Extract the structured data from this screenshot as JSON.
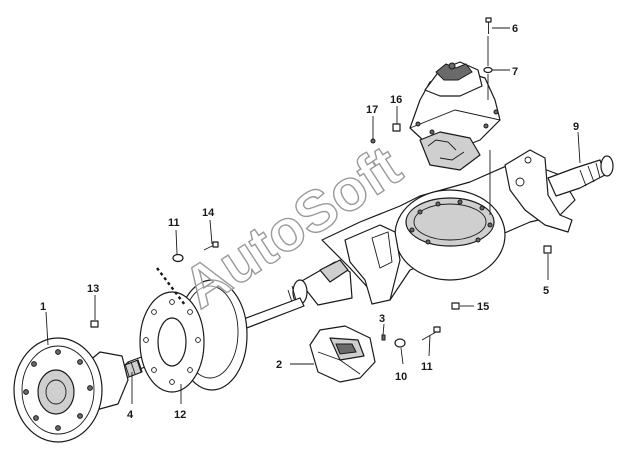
{
  "watermark": "AutoSoft",
  "callouts": [
    {
      "id": "c1",
      "label": "1"
    },
    {
      "id": "c2",
      "label": "2"
    },
    {
      "id": "c3",
      "label": "3"
    },
    {
      "id": "c4",
      "label": "4"
    },
    {
      "id": "c5",
      "label": "5"
    },
    {
      "id": "c6",
      "label": "6"
    },
    {
      "id": "c7",
      "label": "7"
    },
    {
      "id": "c9",
      "label": "9"
    },
    {
      "id": "c10",
      "label": "10"
    },
    {
      "id": "c11a",
      "label": "11"
    },
    {
      "id": "c11b",
      "label": "11"
    },
    {
      "id": "c12",
      "label": "12"
    },
    {
      "id": "c13",
      "label": "13"
    },
    {
      "id": "c14",
      "label": "14"
    },
    {
      "id": "c15",
      "label": "15"
    },
    {
      "id": "c16",
      "label": "16"
    },
    {
      "id": "c17",
      "label": "17"
    }
  ],
  "colors": {
    "line": "#1a1a1a",
    "shade": "#cfcfcf",
    "watermark_stroke": "#9a9a9a"
  }
}
